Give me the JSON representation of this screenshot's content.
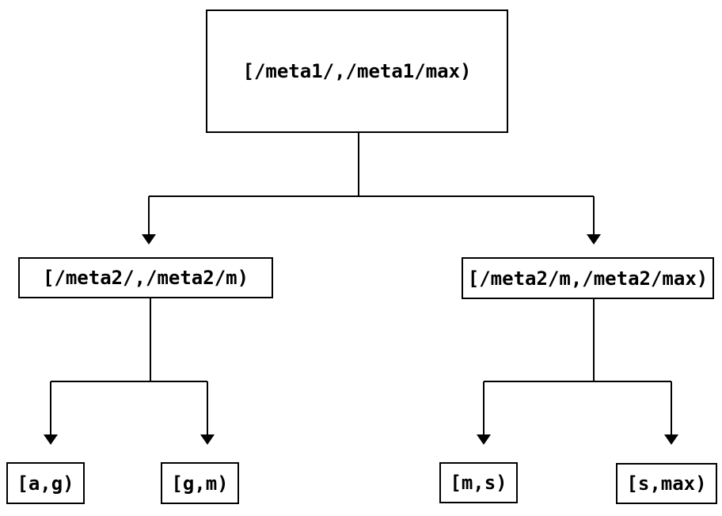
{
  "diagram": {
    "type": "tree",
    "description": "Two-level key-range partition tree",
    "colors": {
      "background": "#ffffff",
      "line": "#000000",
      "box_border": "#000000",
      "text": "#000000"
    },
    "nodes": {
      "root": "[/meta1/,/meta1/max)",
      "child_left": "[/meta2/,/meta2/m)",
      "child_right": "[/meta2/m,/meta2/max)",
      "leaf_ag": "[a,g)",
      "leaf_gm": "[g,m)",
      "leaf_ms": "[m,s)",
      "leaf_smax": "[s,max)"
    },
    "edges": [
      {
        "from": "root",
        "to": "child_left"
      },
      {
        "from": "root",
        "to": "child_right"
      },
      {
        "from": "child_left",
        "to": "leaf_ag"
      },
      {
        "from": "child_left",
        "to": "leaf_gm"
      },
      {
        "from": "child_right",
        "to": "leaf_ms"
      },
      {
        "from": "child_right",
        "to": "leaf_smax"
      }
    ]
  }
}
